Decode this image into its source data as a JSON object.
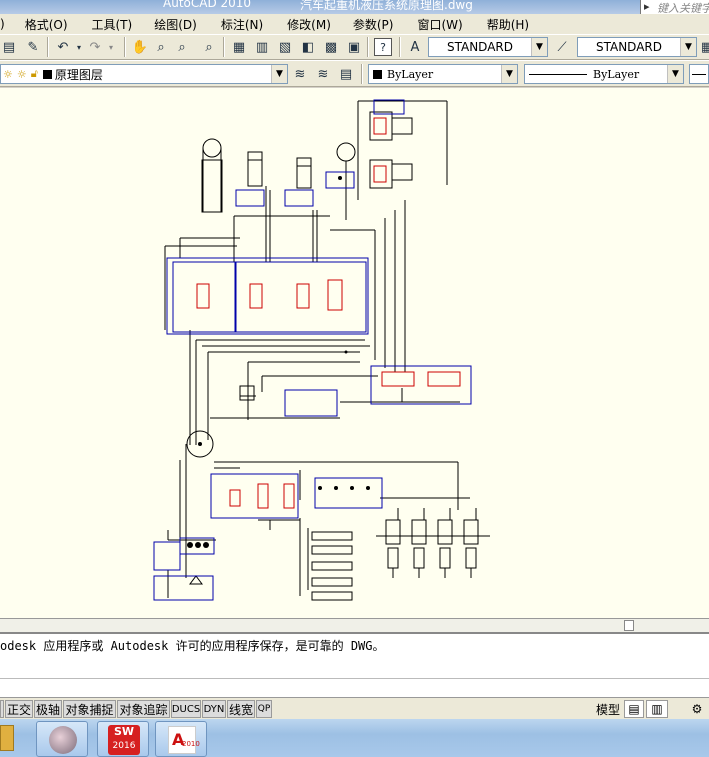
{
  "window": {
    "app_title": "AutoCAD 2010",
    "document_title": "汽车起重机液压系统原理图.dwg",
    "search_placeholder": "键入关键字"
  },
  "menu": [
    "格式(O)",
    "工具(T)",
    "绘图(D)",
    "标注(N)",
    "修改(M)",
    "参数(P)",
    "窗口(W)",
    "帮助(H)"
  ],
  "menu_lead": ")",
  "toolbar": {
    "text_style": "STANDARD",
    "dim_style": "STANDARD"
  },
  "layers": {
    "current_layer": "原理图层",
    "color": "ByLayer",
    "linetype": "ByLayer"
  },
  "command_line": {
    "message": "odesk 应用程序或 Autodesk 许可的应用程序保存，是可靠的 DWG。"
  },
  "status_buttons": [
    "正交",
    "极轴",
    "对象捕捉",
    "对象追踪",
    "DUCS",
    "DYN",
    "线宽",
    "QP"
  ],
  "status_right": {
    "model": "模型"
  },
  "taskbar": {
    "sw_label": "SW",
    "sw_year": "2016",
    "acad_year": "2010"
  },
  "colors": {
    "accent_blue": "#0000aa",
    "valve_red": "#cc0000",
    "canvas": "#fffff0"
  }
}
